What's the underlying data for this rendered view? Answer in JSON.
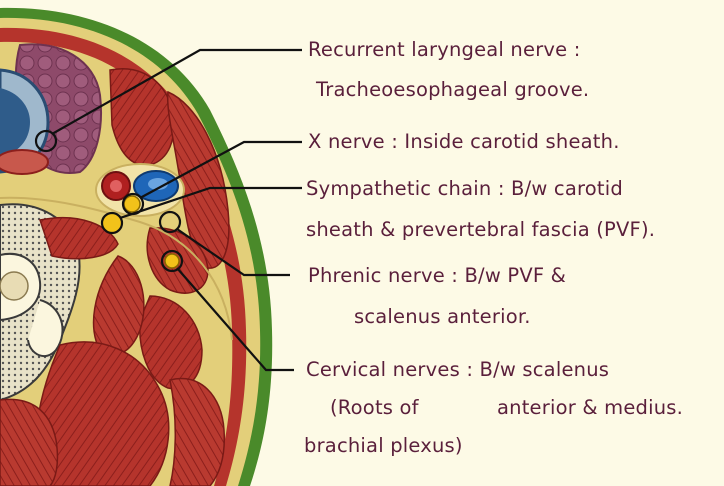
{
  "labels": {
    "recurrent_line1": "Recurrent laryngeal nerve :",
    "recurrent_line2": "Tracheoesophageal groove.",
    "vagus": "X nerve : Inside carotid sheath.",
    "sympathetic_line1": "Sympathetic chain : B/w carotid",
    "sympathetic_line2": "sheath & prevertebral fascia (PVF).",
    "phrenic_line1": "Phrenic nerve : B/w PVF &",
    "phrenic_line2": "scalenus anterior.",
    "cervical_line1": "Cervical nerves : B/w scalenus",
    "cervical_line2": "anterior & medius.",
    "cervical_line3": "(Roots of",
    "cervical_line4": "brachial plexus)"
  },
  "colors": {
    "background": "#fdfae6",
    "label_text": "#5a1f3b",
    "skin_border": "#4a8a2a",
    "fat": "#e3cf7a",
    "muscle": "#b5342c",
    "muscle_stripe": "#8c1f1c",
    "thyroid": "#8e4a6a",
    "trachea_lumen": "#2f5c8a",
    "carotid_artery": "#b02020",
    "jugular_vein": "#1f66b8",
    "nerve_yellow": "#f2c21a",
    "bone": "#e8e2c8"
  }
}
